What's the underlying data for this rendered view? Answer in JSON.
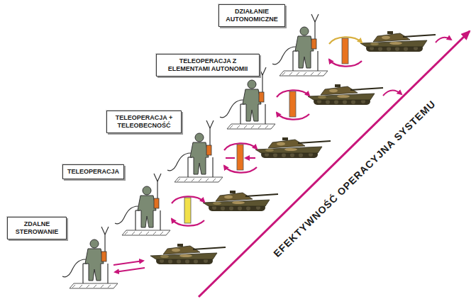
{
  "diagram": {
    "nodes": [
      {
        "text": [
          "DZIAŁANIE AUTONOMICZNE"
        ]
      },
      {
        "text": [
          "TELEOPERACJA Z ELEMENTAMI AUTONOMII"
        ]
      },
      {
        "text": [
          "TELEOPERACJA + TELEOBECNOŚĆ"
        ]
      },
      {
        "text": [
          "TELEOPERACJA"
        ]
      },
      {
        "text": [
          "ZDALNE STEROWANIE"
        ]
      }
    ],
    "labels": [
      "EFEKTYWNOŚĆ OPERACYJNA SYSTEMU"
    ]
  }
}
